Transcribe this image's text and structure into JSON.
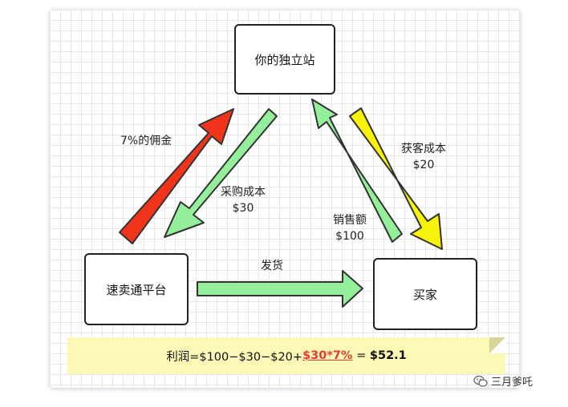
{
  "nodes": {
    "store": "你的独立站",
    "platform": "速卖通平台",
    "buyer": "买家"
  },
  "labels": {
    "commission": "7%的佣金",
    "purchase_cost_line1": "采购成本",
    "purchase_cost_line2": "$30",
    "acquisition_cost_line1": "获客成本",
    "acquisition_cost_line2": "$20",
    "sales_line1": "销售额",
    "sales_line2": "$100",
    "shipping": "发货"
  },
  "formula": {
    "prefix": "利润=$100−$30−$20+",
    "highlight": "$30*7%",
    "middle": " = ",
    "result": "$52.1"
  },
  "watermark": {
    "text": "三月爹吒",
    "icon": "wechat-icon"
  },
  "colors": {
    "red": "#f0341c",
    "green": "#93ef9a",
    "yellow": "#f9f20a",
    "highlight": "#e43b36",
    "note": "#fdf8b6"
  }
}
